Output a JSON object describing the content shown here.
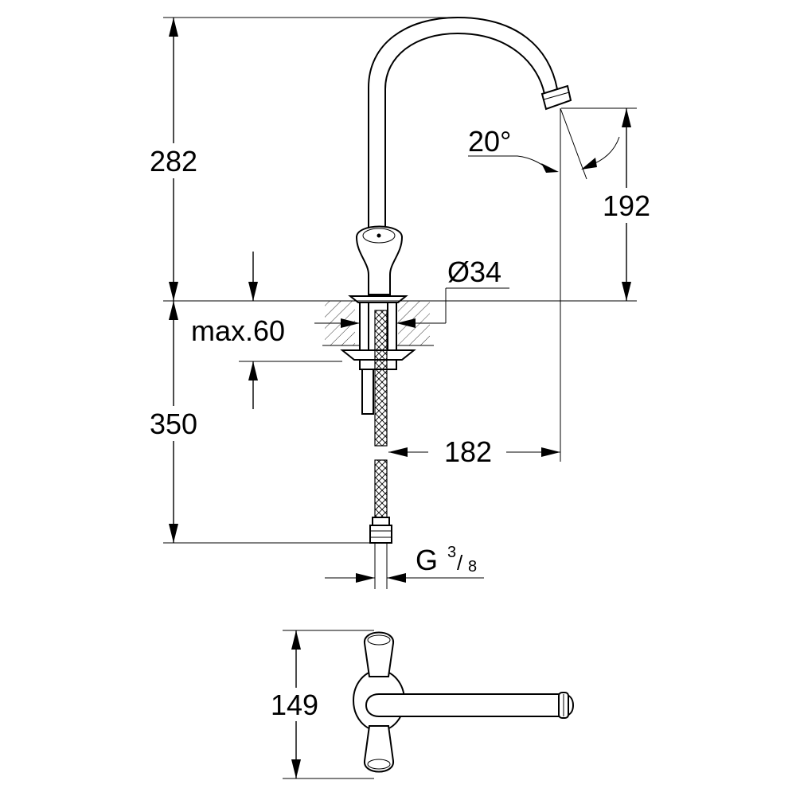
{
  "dimensions": {
    "overall_height": "282",
    "spout_height": "192",
    "spout_angle": "20°",
    "hole_diameter": "Ø34",
    "max_thickness": "max.60",
    "hose_length": "350",
    "spout_reach": "182",
    "connection_thread_prefix": "G",
    "connection_thread_num": "3",
    "connection_thread_den": "8",
    "top_view_width": "149"
  }
}
